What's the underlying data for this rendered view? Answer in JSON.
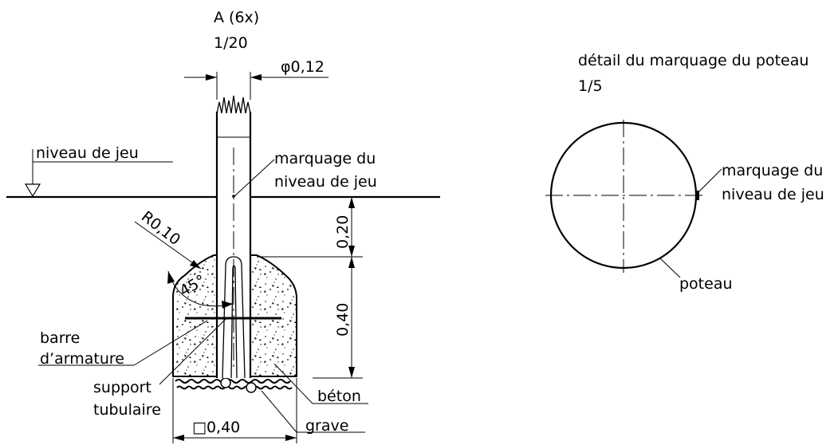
{
  "main_view": {
    "title": "A (6x)",
    "scale": "1/20",
    "dim_diameter": "φ0,12",
    "label_niveau": "niveau de jeu",
    "label_marquage_1": "marquage du",
    "label_marquage_2": "niveau de jeu",
    "dim_radius": "R0,10",
    "dim_angle": "45°",
    "dim_020": "0,20",
    "dim_040_vertical": "0,40",
    "label_barre_1": "barre",
    "label_barre_2": "d’armature",
    "label_support_1": "support",
    "label_support_2": "tubulaire",
    "label_beton": "béton",
    "label_grave": "grave",
    "dim_square": "□0,40"
  },
  "detail_view": {
    "title": "détail du marquage du poteau",
    "scale": "1/5",
    "label_marquage_1": "marquage du",
    "label_marquage_2": "niveau de jeu",
    "label_poteau": "poteau"
  }
}
